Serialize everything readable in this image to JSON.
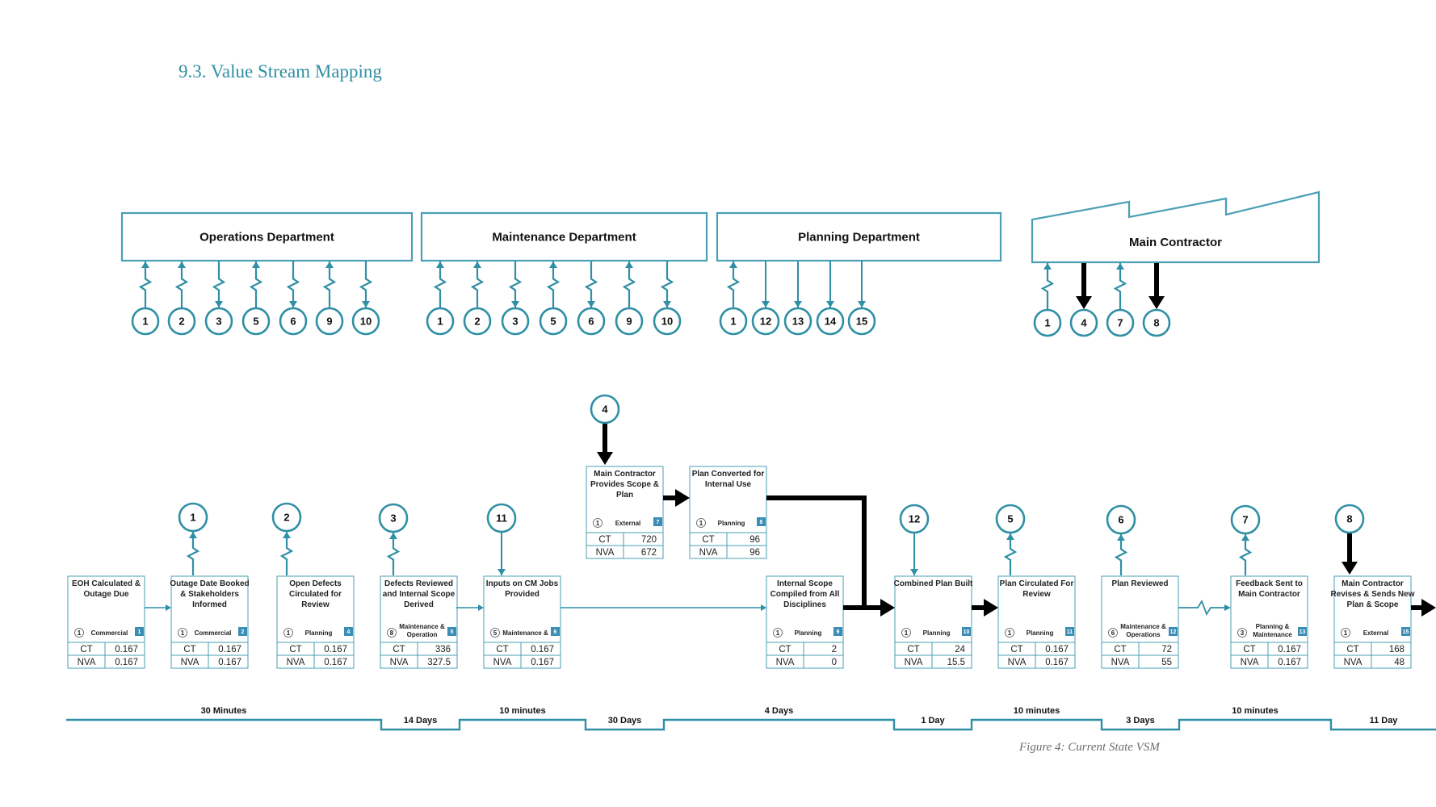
{
  "section_title": "9.3. Value Stream Mapping",
  "caption": "Figure 4: Current State VSM",
  "colors": {
    "accent": "#2f8fa5",
    "box_border": "#4a9fb5",
    "badge": "#3a8db5",
    "dark": "#000000"
  },
  "departments": [
    {
      "name": "Operations Department",
      "nodes": [
        {
          "label": "1",
          "dir": "up",
          "style": "lightning"
        },
        {
          "label": "2",
          "dir": "up",
          "style": "lightning"
        },
        {
          "label": "3",
          "dir": "down",
          "style": "lightning"
        },
        {
          "label": "5",
          "dir": "up",
          "style": "lightning"
        },
        {
          "label": "6",
          "dir": "down",
          "style": "lightning"
        },
        {
          "label": "9",
          "dir": "up",
          "style": "lightning"
        },
        {
          "label": "10",
          "dir": "down",
          "style": "lightning"
        }
      ]
    },
    {
      "name": "Maintenance Department",
      "nodes": [
        {
          "label": "1",
          "dir": "up",
          "style": "lightning"
        },
        {
          "label": "2",
          "dir": "up",
          "style": "lightning"
        },
        {
          "label": "3",
          "dir": "down",
          "style": "lightning"
        },
        {
          "label": "5",
          "dir": "up",
          "style": "lightning"
        },
        {
          "label": "6",
          "dir": "down",
          "style": "lightning"
        },
        {
          "label": "9",
          "dir": "up",
          "style": "lightning"
        },
        {
          "label": "10",
          "dir": "down",
          "style": "lightning"
        }
      ]
    },
    {
      "name": "Planning Department",
      "nodes": [
        {
          "label": "1",
          "dir": "up",
          "style": "lightning"
        },
        {
          "label": "12",
          "dir": "down",
          "style": "straight"
        },
        {
          "label": "13",
          "dir": "down",
          "style": "straight"
        },
        {
          "label": "14",
          "dir": "down",
          "style": "straight"
        },
        {
          "label": "15",
          "dir": "down",
          "style": "straight"
        }
      ]
    },
    {
      "name": "Main Contractor",
      "nodes": [
        {
          "label": "1",
          "dir": "up",
          "style": "lightning"
        },
        {
          "label": "4",
          "dir": "down",
          "style": "heavy"
        },
        {
          "label": "7",
          "dir": "up",
          "style": "lightning"
        },
        {
          "label": "8",
          "dir": "down",
          "style": "heavy"
        }
      ]
    }
  ],
  "processes": [
    {
      "title": "EOH Calculated & Outage Due",
      "owner_count": "1",
      "owner": "Commercial",
      "step": "1",
      "ct_label": "CT",
      "ct": "0.167",
      "nva_label": "NVA",
      "nva": "0.167"
    },
    {
      "title": "Outage Date Booked & Stakeholders Informed",
      "owner_count": "1",
      "owner": "Commercial",
      "step": "2",
      "ct_label": "CT",
      "ct": "0.167",
      "nva_label": "NVA",
      "nva": "0.167"
    },
    {
      "title": "Open Defects Circulated for Review",
      "owner_count": "1",
      "owner": "Planning",
      "step": "4",
      "ct_label": "CT",
      "ct": "0.167",
      "nva_label": "NVA",
      "nva": "0.167"
    },
    {
      "title": "Defects Reviewed and Internal Scope Derived",
      "owner_count": "8",
      "owner": "Maintenance & Operation",
      "step": "5",
      "ct_label": "CT",
      "ct": "336",
      "nva_label": "NVA",
      "nva": "327.5"
    },
    {
      "title": "Inputs on CM Jobs Provided",
      "owner_count": "5",
      "owner": "Maintenance &",
      "step": "6",
      "ct_label": "CT",
      "ct": "0.167",
      "nva_label": "NVA",
      "nva": "0.167"
    },
    {
      "title": "Main Contractor Provides Scope & Plan",
      "owner_count": "1",
      "owner": "External",
      "step": "7",
      "ct_label": "CT",
      "ct": "720",
      "nva_label": "NVA",
      "nva": "672"
    },
    {
      "title": "Plan Converted for Internal Use",
      "owner_count": "1",
      "owner": "Planning",
      "step": "8",
      "ct_label": "CT",
      "ct": "96",
      "nva_label": "NVA",
      "nva": "96"
    },
    {
      "title": "Internal Scope Compiled from All Disciplines",
      "owner_count": "1",
      "owner": "Planning",
      "step": "9",
      "ct_label": "CT",
      "ct": "2",
      "nva_label": "NVA",
      "nva": "0"
    },
    {
      "title": "Combined Plan Built",
      "owner_count": "1",
      "owner": "Planning",
      "step": "10",
      "ct_label": "CT",
      "ct": "24",
      "nva_label": "NVA",
      "nva": "15.5"
    },
    {
      "title": "Plan Circulated For Review",
      "owner_count": "1",
      "owner": "Planning",
      "step": "11",
      "ct_label": "CT",
      "ct": "0.167",
      "nva_label": "NVA",
      "nva": "0.167"
    },
    {
      "title": "Plan Reviewed",
      "owner_count": "6",
      "owner": "Maintenance & Operations",
      "step": "12",
      "ct_label": "CT",
      "ct": "72",
      "nva_label": "NVA",
      "nva": "55"
    },
    {
      "title": "Feedback Sent to Main Contractor",
      "owner_count": "3",
      "owner": "Planning & Maintenance",
      "step": "13",
      "ct_label": "CT",
      "ct": "0.167",
      "nva_label": "NVA",
      "nva": "0.167"
    },
    {
      "title": "Main Contractor Revises & Sends New Plan & Scope",
      "owner_count": "1",
      "owner": "External",
      "step": "15",
      "ct_label": "CT",
      "ct": "168",
      "nva_label": "NVA",
      "nva": "48"
    }
  ],
  "flow_markers": [
    {
      "label": "4",
      "style": "heavy"
    },
    {
      "label": "1",
      "style": "lightning"
    },
    {
      "label": "2",
      "style": "lightning"
    },
    {
      "label": "3",
      "style": "lightning"
    },
    {
      "label": "11",
      "style": "straight"
    },
    {
      "label": "12",
      "style": "straight"
    },
    {
      "label": "5",
      "style": "lightning"
    },
    {
      "label": "6",
      "style": "lightning"
    },
    {
      "label": "7",
      "style": "lightning"
    },
    {
      "label": "8",
      "style": "heavy"
    }
  ],
  "timeline": [
    "30 Minutes",
    "14 Days",
    "10 minutes",
    "30 Days",
    "4 Days",
    "1 Day",
    "10 minutes",
    "3 Days",
    "10 minutes",
    "11 Day"
  ]
}
